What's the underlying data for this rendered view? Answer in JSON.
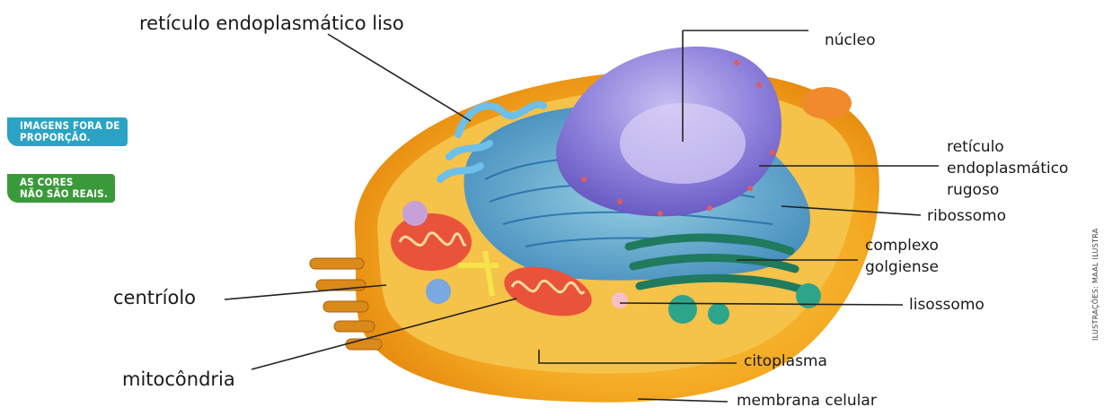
{
  "labels": {
    "rel": "retículo endoplasmático liso",
    "nucleo": "núcleo",
    "rer1": "retículo",
    "rer2": "endoplasmático",
    "rer3": "rugoso",
    "ribossomo": "ribossomo",
    "golgi1": "complexo",
    "golgi2": "golgiense",
    "lisossomo": "lisossomo",
    "centriolo": "centríolo",
    "mitocondria": "mitocôndria",
    "citoplasma": "citoplasma",
    "membrana": "membrana celular"
  },
  "badges": {
    "proporcao_line1": "IMAGENS FORA DE",
    "proporcao_line2": "PROPORÇÃO.",
    "cores_line1": "AS CORES",
    "cores_line2": "NÃO SÃO REAIS."
  },
  "credit": "ILUSTRAÇÕES: MAAL ILUSTRA",
  "colors": {
    "badge_blue": "#2aa3c4",
    "badge_green": "#3a9a3a",
    "membrane": "#f3a11b",
    "cytoplasm": "#f7c63e",
    "nucleus": "#8a7fd8",
    "er": "#4aa8e0",
    "golgi": "#2e9a78"
  }
}
